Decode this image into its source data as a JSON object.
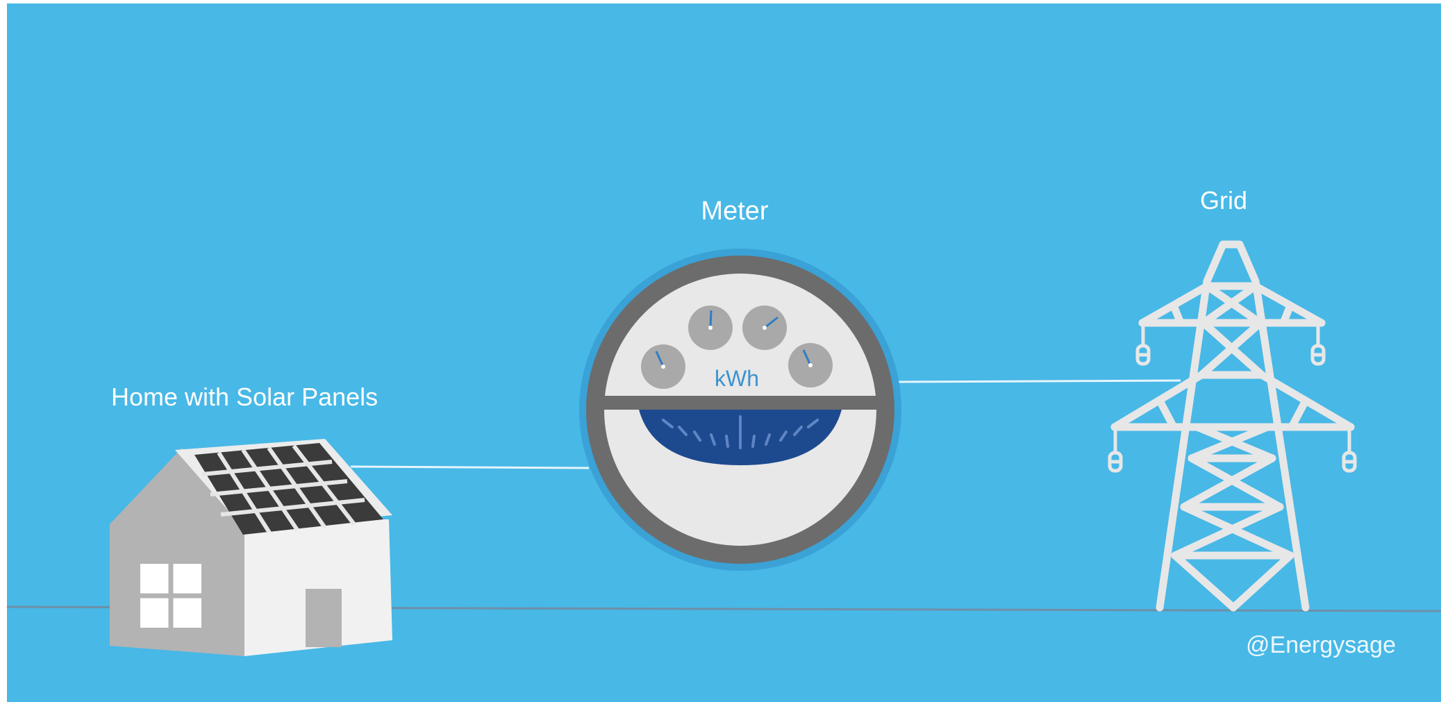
{
  "labels": {
    "home": "Home with Solar Panels",
    "meter": "Meter",
    "grid": "Grid",
    "meter_unit": "kWh",
    "credit": "@Energysage"
  },
  "colors": {
    "sky": "#48b8e6",
    "white": "#ffffff",
    "meter_rim": "#6c6c6c",
    "meter_face": "#e7e7e7",
    "dial": "#a9a9a9",
    "needle": "#2f7cc4",
    "gauge": "#1d4a8f",
    "panel": "#3a3a3a",
    "house_side": "#b2b2b2",
    "house_front": "#f1f1f1",
    "tower": "#e7e7e7"
  },
  "icons": [
    "house-icon",
    "solar-panel-icon",
    "electric-meter-icon",
    "transmission-tower-icon"
  ]
}
